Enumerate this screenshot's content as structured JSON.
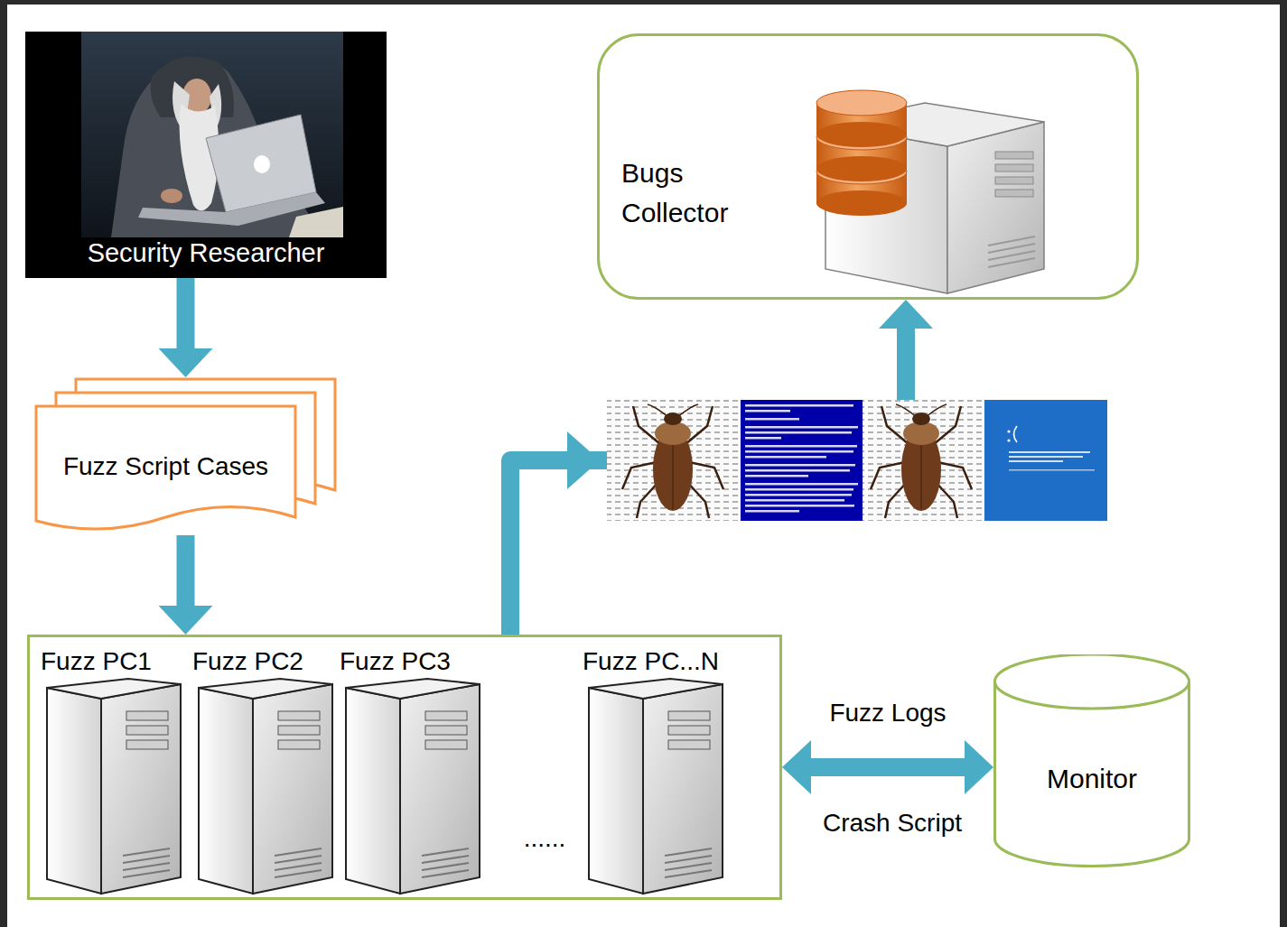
{
  "diagram": {
    "nodes": [
      {
        "text": [
          "Security Researcher"
        ]
      },
      {
        "text": [
          "Bugs Collector"
        ]
      },
      {
        "text": [
          "Fuzz Script Cases"
        ]
      },
      {
        "text": [
          "Fuzz PC1",
          "Fuzz PC2",
          "Fuzz PC3",
          "Fuzz PC...N"
        ]
      },
      {
        "text": [
          "Monitor"
        ]
      }
    ],
    "edges": [
      {
        "from": 0,
        "to": 2,
        "arrow": "to"
      },
      {
        "from": 2,
        "to": 3,
        "arrow": "to"
      },
      {
        "from": 3,
        "to": 1,
        "arrow": "to"
      },
      {
        "from": 3,
        "to": 4,
        "arrow": "both",
        "label": "Fuzz Logs"
      }
    ],
    "labels": [
      "Crash Script",
      "......"
    ]
  }
}
